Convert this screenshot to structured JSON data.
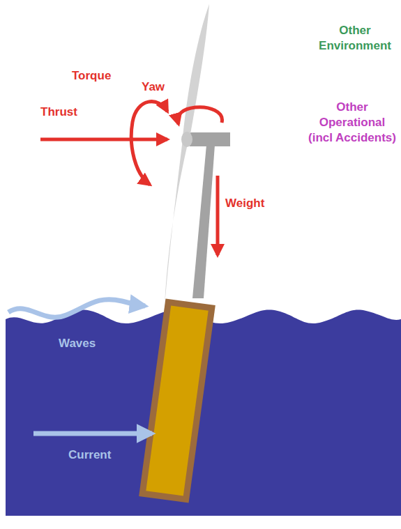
{
  "diagram": {
    "labels": [
      "Torque",
      "Yaw",
      "Thrust",
      "Weight",
      "Waves",
      "Current",
      "Other Environment",
      "Other Operational (incl Accidents)"
    ]
  }
}
